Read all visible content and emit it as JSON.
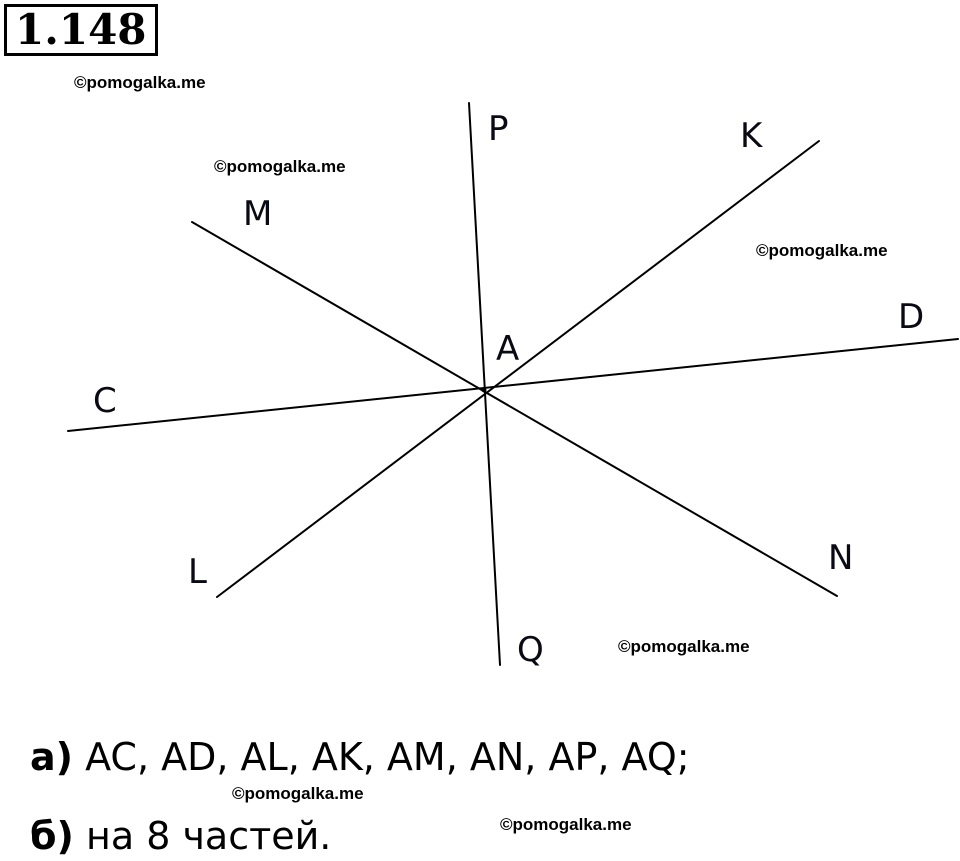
{
  "problem": {
    "number": "1.148"
  },
  "watermarks": [
    "©pomogalka.me",
    "©pomogalka.me",
    "©pomogalka.me",
    "©pomogalka.me",
    "©pomogalka.me",
    "©pomogalka.me"
  ],
  "diagram": {
    "center_label": "A",
    "rays": [
      {
        "label": "P"
      },
      {
        "label": "K"
      },
      {
        "label": "M"
      },
      {
        "label": "D"
      },
      {
        "label": "C"
      },
      {
        "label": "L"
      },
      {
        "label": "N"
      },
      {
        "label": "Q"
      }
    ]
  },
  "answers": {
    "a": {
      "prefix": "а)",
      "text": " AC, AD, AL, AK, AM, AN, AP, AQ;"
    },
    "b": {
      "prefix": "б)",
      "text": " на 8 частей."
    }
  }
}
